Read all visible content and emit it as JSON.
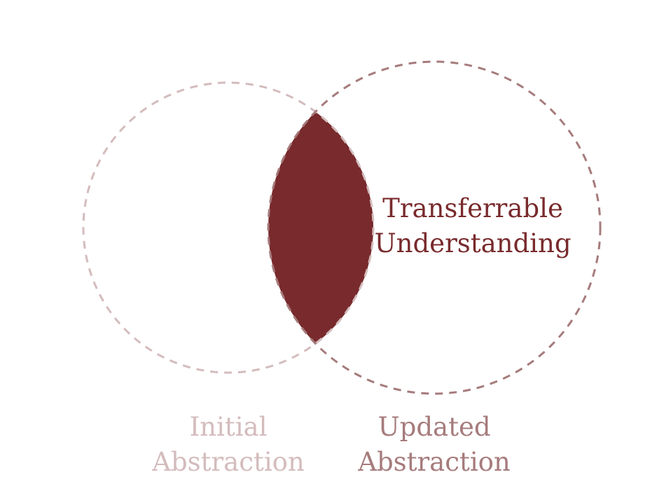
{
  "colors": {
    "accent": "#782a2c",
    "initial": "#d4bcbd",
    "updated": "#a67b7c",
    "background": "#ffffff"
  },
  "labels": {
    "intersection": [
      "Transferrable",
      "Understanding"
    ],
    "initial": [
      "Initial",
      "Abstraction"
    ],
    "updated": [
      "Updated",
      "Abstraction"
    ]
  }
}
